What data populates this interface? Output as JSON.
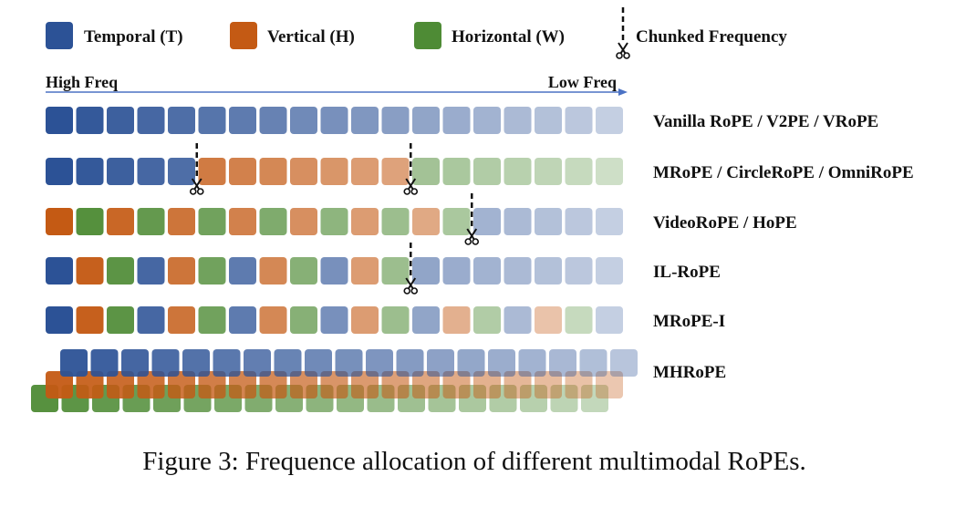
{
  "legend": {
    "temporal": "Temporal (T)",
    "vertical": "Vertical (H)",
    "horizontal": "Horizontal (W)",
    "chunked": "Chunked Frequency"
  },
  "axis": {
    "high": "High Freq",
    "low": "Low Freq"
  },
  "colors": {
    "T": "#2c5296",
    "H": "#c45a14",
    "W": "#4e8b35",
    "axis": "#4b72c4",
    "low_label": "#8c8c8c"
  },
  "rows": [
    {
      "label": "Vanilla RoPE / V2PE / VRoPE",
      "pattern": "TTTTTTTTTTTTTTTTTTT",
      "chunks": []
    },
    {
      "label": "MRoPE / CircleRoPE / OmniRoPE",
      "pattern": "TTTTTHHHHHHHWWWWWWW",
      "chunks": [
        5,
        12
      ]
    },
    {
      "label": "VideoRoPE / HoPE",
      "pattern": "HWHWHWHWHWHWHWTTTTT",
      "chunks": [
        14
      ]
    },
    {
      "label": "IL-RoPE",
      "pattern": "THWTHWTHWTHWTTTTTTT",
      "chunks": [
        12
      ]
    },
    {
      "label": "MRoPE-I",
      "pattern": "THWTHWTHWTHWTHWTHWT",
      "chunks": []
    },
    {
      "label": "MHRoPE",
      "pattern": "MH",
      "chunks": []
    }
  ],
  "caption": "Figure 3: Frequence allocation of different multimodal RoPEs."
}
